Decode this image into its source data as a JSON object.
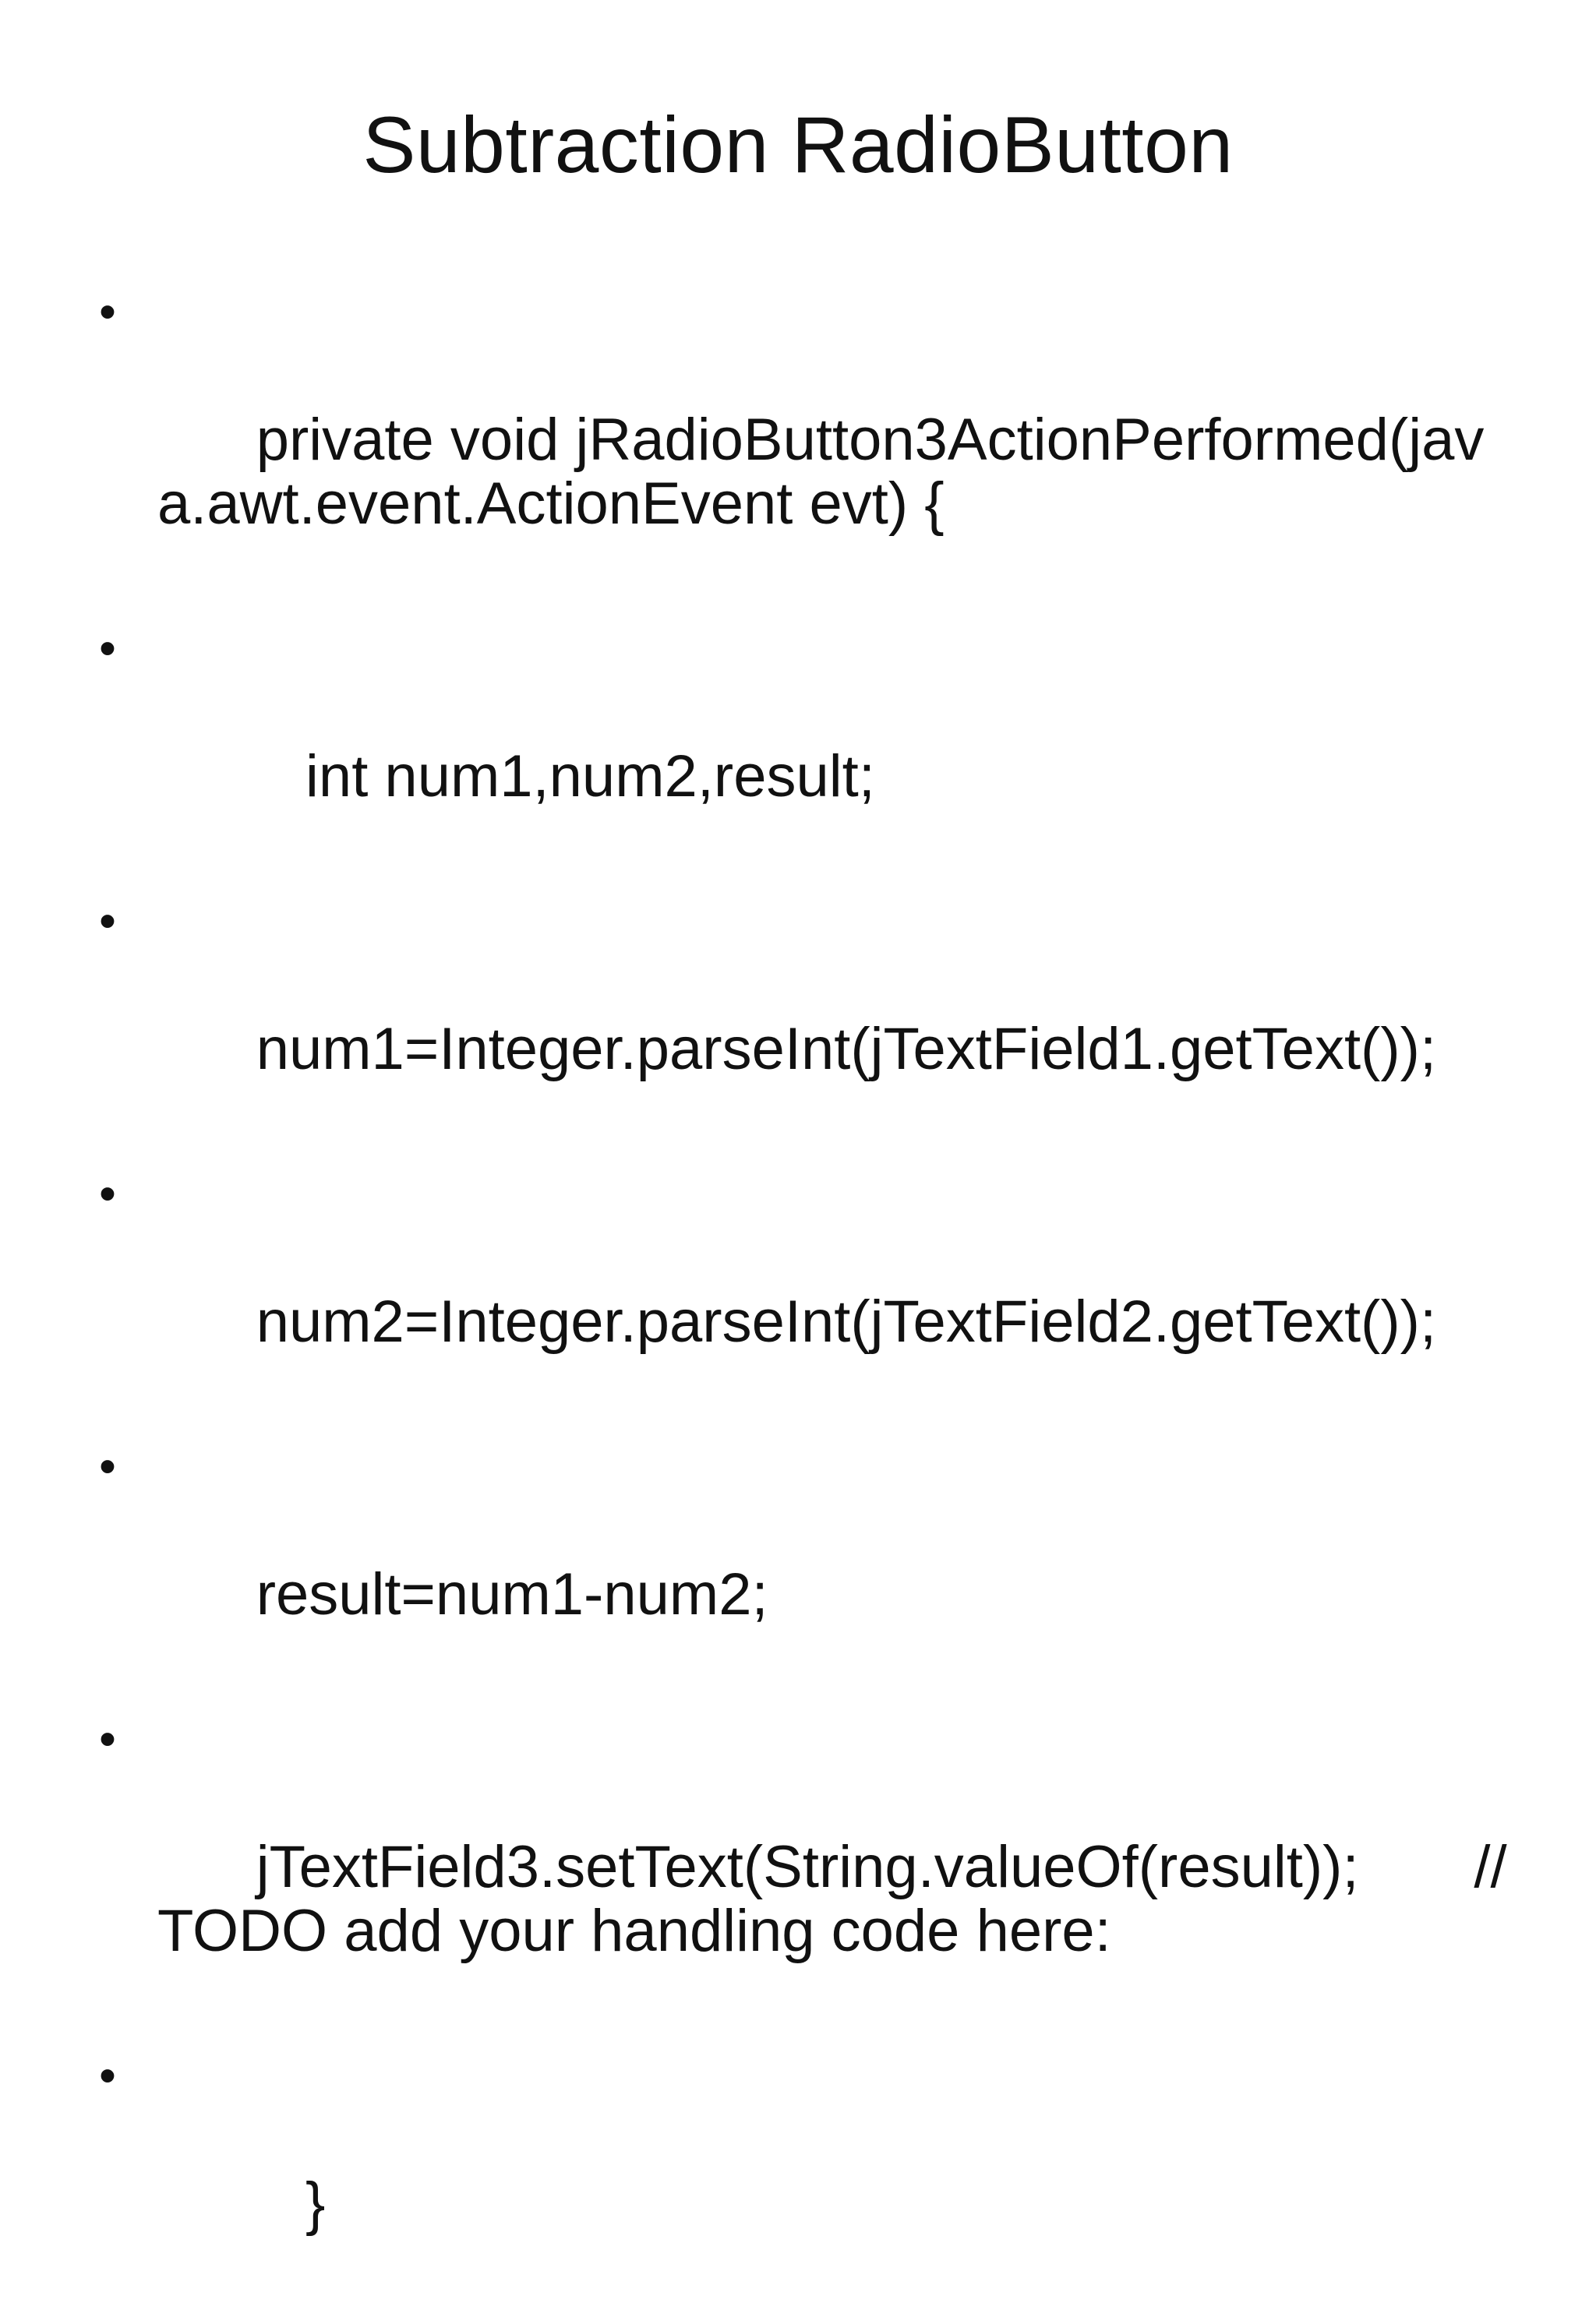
{
  "slide": {
    "title": "Subtraction RadioButton",
    "bullet_glyph": "•",
    "bullets": [
      "private void jRadioButton3ActionPerformed(java.awt.event.ActionEvent evt) {",
      "   int num1,num2,result;",
      "num1=Integer.parseInt(jTextField1.getText());",
      "num2=Integer.parseInt(jTextField2.getText());",
      "result=num1-num2;",
      "jTextField3.setText(String.valueOf(result));       // TODO add your handling code here:",
      "   }"
    ]
  }
}
